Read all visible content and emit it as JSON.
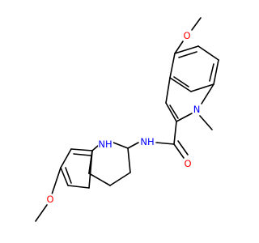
{
  "molecule": {
    "atoms": {
      "o_top": {
        "label": "O",
        "color": "#ff0000"
      },
      "n_indole": {
        "label": "N",
        "color": "#0000ff"
      },
      "o_amide": {
        "label": "O",
        "color": "#ff0000"
      },
      "nh_amide": {
        "label": "NH",
        "color": "#0000ff"
      },
      "nh_carbazole": {
        "label": "NH",
        "color": "#0000ff"
      },
      "o_bottom": {
        "label": "O",
        "color": "#ff0000"
      }
    },
    "bond_color": "#000000"
  }
}
